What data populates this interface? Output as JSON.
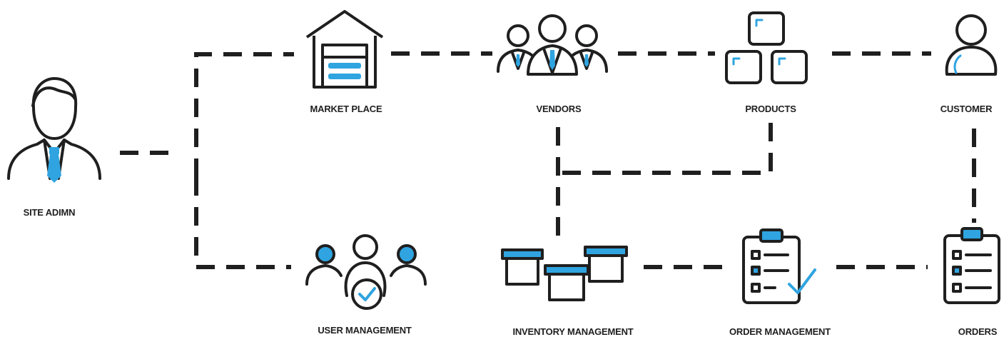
{
  "colors": {
    "ink": "#1f1f1f",
    "accent": "#2fa4e0",
    "background": "#ffffff"
  },
  "nodes": {
    "site_admin": {
      "label": "SITE ADIMN",
      "icon": "admin-person-icon"
    },
    "market_place": {
      "label": "MARKET PLACE",
      "icon": "warehouse-icon"
    },
    "vendors": {
      "label": "VENDORS",
      "icon": "vendors-group-icon"
    },
    "products": {
      "label": "PRODUCTS",
      "icon": "boxes-stack-icon"
    },
    "customer": {
      "label": "CUSTOMER",
      "icon": "customer-person-icon"
    },
    "user_management": {
      "label": "USER MANAGEMENT",
      "icon": "user-group-check-icon"
    },
    "inventory_management": {
      "label": "INVENTORY MANAGEMENT",
      "icon": "inventory-boxes-icon"
    },
    "order_management": {
      "label": "ORDER MANAGEMENT",
      "icon": "clipboard-check-icon"
    },
    "orders": {
      "label": "ORDERS",
      "icon": "clipboard-list-icon"
    }
  },
  "connections": [
    [
      "site_admin",
      "market_place"
    ],
    [
      "site_admin",
      "user_management"
    ],
    [
      "market_place",
      "vendors"
    ],
    [
      "vendors",
      "products"
    ],
    [
      "products",
      "customer"
    ],
    [
      "vendors",
      "inventory_management"
    ],
    [
      "products",
      "inventory_management"
    ],
    [
      "inventory_management",
      "order_management"
    ],
    [
      "order_management",
      "orders"
    ],
    [
      "customer",
      "orders"
    ]
  ]
}
